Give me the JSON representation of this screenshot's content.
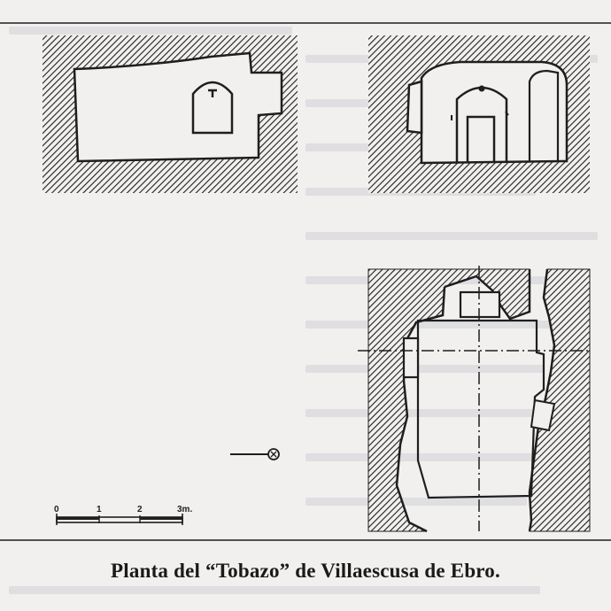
{
  "caption": "Planta del “Tobazo” de Villaescusa de Ebro.",
  "scale_bar": {
    "ticks": [
      "0",
      "1",
      "2",
      "3m."
    ]
  },
  "colors": {
    "ink": "#1e1e1e",
    "paper": "#f1f0ee",
    "bleed_text": "#c9c8ce"
  },
  "icons": {
    "north_arrow": "north-arrow-icon"
  }
}
